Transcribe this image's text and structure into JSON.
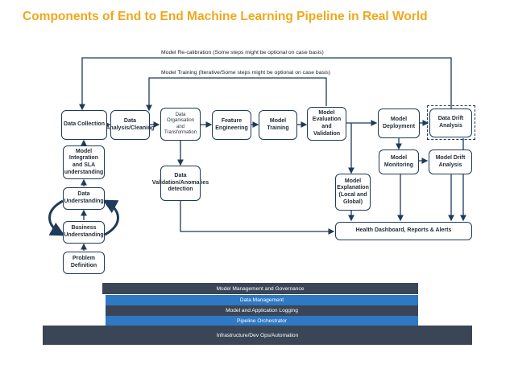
{
  "title": "Components of End to End Machine Learning Pipeline in Real World",
  "loops": {
    "recalibration": "Model Re-calibration (Some steps might be optional on case basis)",
    "training": "Model Training (Iterative/Some steps might be optional on case basis)"
  },
  "nodes": {
    "data_collection": "Data Collection",
    "data_analysis": "Data Analysis/Cleaning",
    "data_organisation": "Data Organisation and Transformation",
    "feature_engineering": "Feature Engineering",
    "model_training": "Model Training",
    "model_evaluation": "Model Evaluation and Validation",
    "model_deployment": "Model Deployment",
    "data_drift": "Data Drift Analysis",
    "model_monitoring": "Model Monitoring",
    "model_drift": "Model Drift Analysis",
    "data_validation": "Data Validation/Anomalies detection",
    "model_explanation": "Model Explanation (Local and Global)",
    "health_dashboard": "Health Dashboard, Reports & Alerts",
    "model_integration": "Model Integration and SLA understanding",
    "data_understanding": "Data Understanding",
    "business_understanding": "Business Understanding",
    "problem_definition": "Problem Definition"
  },
  "layers": [
    {
      "label": "Model Management and Governance",
      "color": "#3a4656"
    },
    {
      "label": "Data Management",
      "color": "#2f78c4"
    },
    {
      "label": "Model and Application Logging",
      "color": "#3a4656"
    },
    {
      "label": "Pipeline Orchestrator",
      "color": "#2f78c4"
    },
    {
      "label": "Infrastructure/Dev Ops/Automation",
      "color": "#3a4656"
    }
  ]
}
